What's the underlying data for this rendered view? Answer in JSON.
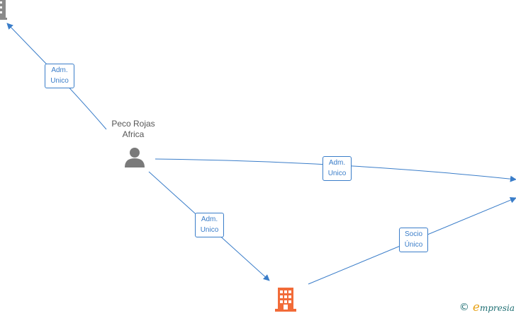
{
  "colors": {
    "edge": "#3a7dc9",
    "person_icon": "#7a7a7a",
    "company_icon": "#f26b38",
    "company_icon_gray": "#8a8a8a",
    "watermark": "#1f6f73",
    "watermark_accent": "#e8a319"
  },
  "nodes": {
    "person": {
      "label_line1": "Peco Rojas",
      "label_line2": "Africa",
      "icon": "person-icon"
    },
    "company_main": {
      "icon": "building-icon",
      "label": ""
    },
    "company_top_left": {
      "icon": "building-icon"
    }
  },
  "edges": {
    "e1": {
      "line1": "Adm.",
      "line2": "Unico"
    },
    "e2": {
      "line1": "Adm.",
      "line2": "Unico"
    },
    "e3": {
      "line1": "Adm.",
      "line2": "Unico"
    },
    "e4": {
      "line1": "Socio",
      "line2": "Único"
    }
  },
  "watermark": {
    "symbol": "©",
    "brand_initial": "e",
    "brand_rest": "mpresia"
  }
}
